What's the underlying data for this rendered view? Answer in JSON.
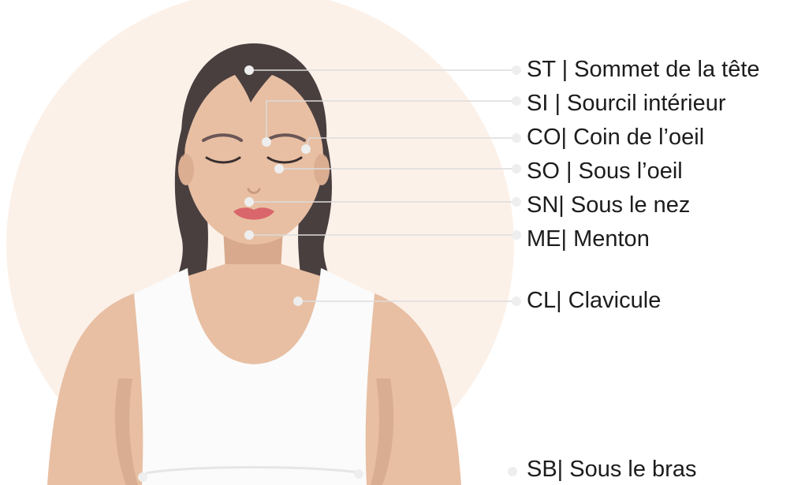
{
  "points": [
    {
      "id": "st",
      "label": "ST | Sommet de la tête"
    },
    {
      "id": "si",
      "label": "SI | Sourcil intérieur"
    },
    {
      "id": "co",
      "label": "CO| Coin de l’oeil"
    },
    {
      "id": "so",
      "label": "SO | Sous l’oeil"
    },
    {
      "id": "sn",
      "label": "SN| Sous le nez"
    },
    {
      "id": "me",
      "label": "ME| Menton"
    },
    {
      "id": "cl",
      "label": "CL| Clavicule"
    },
    {
      "id": "sb",
      "label": "SB| Sous le bras"
    }
  ],
  "colors": {
    "background_circle": "#fcf1e9",
    "skin": "#e8bfa3",
    "skin_shadow": "#c99a7e",
    "hair": "#4a3f3f",
    "top": "#fbfbfb",
    "lips": "#d9666a",
    "point": "#eeeeee",
    "leader_line": "#dcdcdc"
  }
}
